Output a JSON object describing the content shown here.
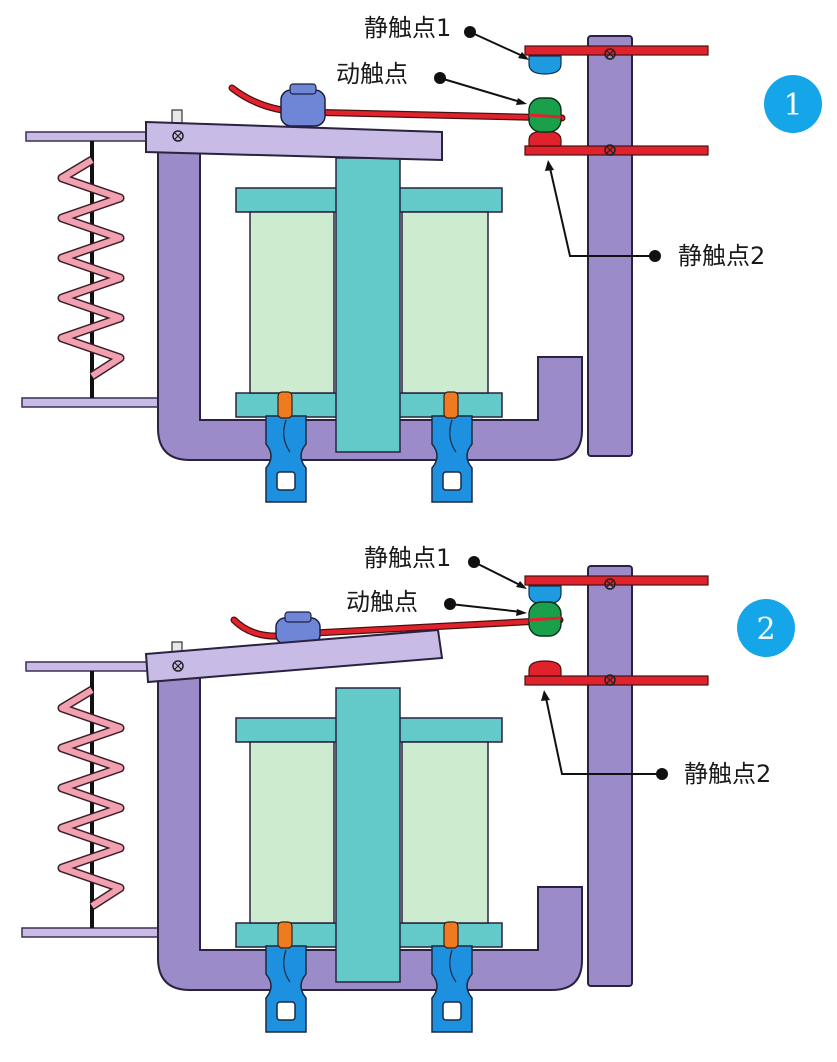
{
  "diagrams": [
    {
      "state_badge": "1",
      "labels": {
        "static_contact_1": "静触点1",
        "moving_contact": "动触点",
        "static_contact_2": "静触点2"
      }
    },
    {
      "state_badge": "2",
      "labels": {
        "static_contact_1": "静触点1",
        "moving_contact": "动触点",
        "static_contact_2": "静触点2"
      }
    }
  ],
  "colors": {
    "frame": "#9b8bc9",
    "armature": "#c8bce6",
    "core": "#63c9c9",
    "coil": "#cdeccf",
    "contact_arm": "#e0222d",
    "moving_contact": "#1aa04a",
    "static_contact_1": "#1e9be0",
    "static_contact_2": "#e0222d",
    "spring": "#f2a0b0",
    "terminal": "#1e90e0",
    "terminal_band": "#f07a20",
    "badge": "#14a6e8"
  }
}
